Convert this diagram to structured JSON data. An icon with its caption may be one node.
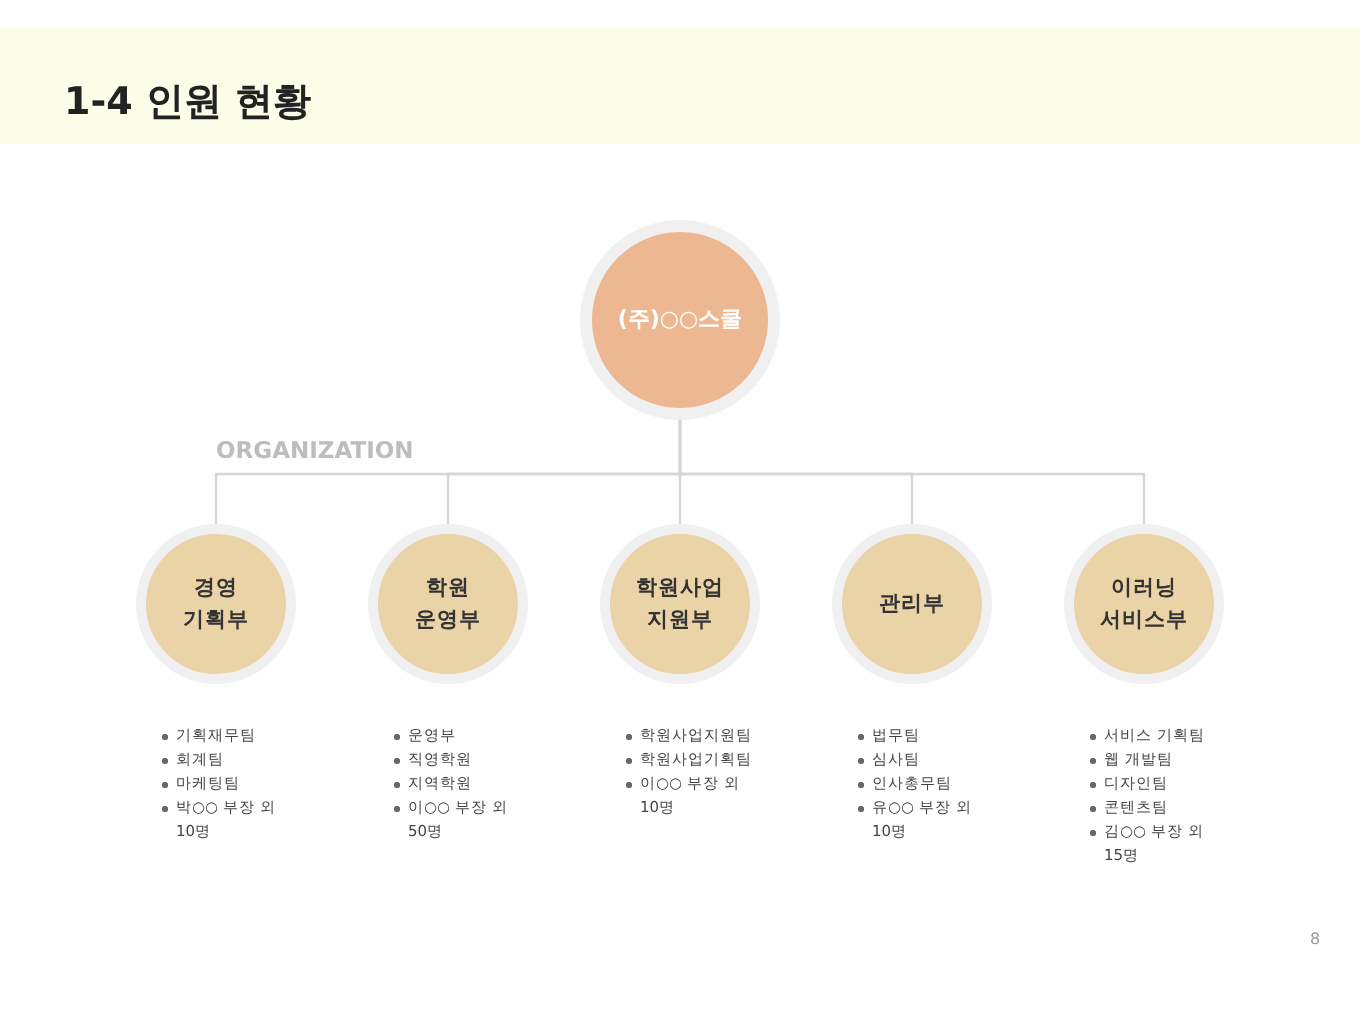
{
  "diagram": {
    "title": "1-4 인원 현황",
    "nodes": [
      {
        "text": [
          "(주)○○스쿨"
        ]
      },
      {
        "text": [
          "경영 기획부"
        ],
        "beside": [
          "기획재무팀",
          "회계팀",
          "마케팅팀",
          "박○○ 부장 외 10명"
        ]
      },
      {
        "text": [
          "학원 운영부"
        ],
        "beside": [
          "운영부",
          "직영학원",
          "지역학원",
          "이○○ 부장 외 50명"
        ]
      },
      {
        "text": [
          "학원사업 지원부"
        ],
        "beside": [
          "학원사업지원팀",
          "학원사업기획팀",
          "이○○ 부장 외 10명"
        ]
      },
      {
        "text": [
          "관리부"
        ],
        "beside": [
          "법무팀",
          "심사팀",
          "인사총무팀",
          "유○○ 부장 외 10명"
        ]
      },
      {
        "text": [
          "이러닝 서비스부"
        ],
        "beside": [
          "서비스 기획팀",
          "웹 개발팀",
          "디자인팀",
          "콘텐츠팀",
          "김○○ 부장 외 15명"
        ]
      }
    ],
    "edges": [
      {
        "from": 0,
        "to": 1,
        "arrow": "none"
      },
      {
        "from": 0,
        "to": 2,
        "arrow": "none"
      },
      {
        "from": 0,
        "to": 3,
        "arrow": "none"
      },
      {
        "from": 0,
        "to": 4,
        "arrow": "none"
      },
      {
        "from": 0,
        "to": 5,
        "arrow": "none"
      }
    ],
    "labels": [
      "ORGANIZATION",
      "8"
    ]
  }
}
